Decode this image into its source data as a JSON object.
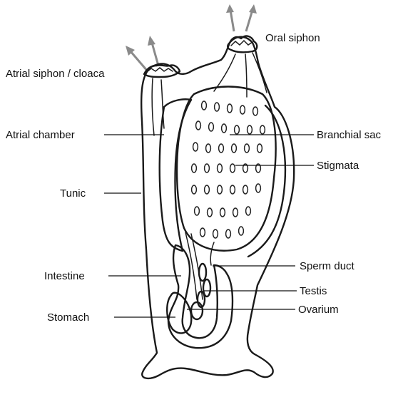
{
  "labels": {
    "oral_siphon": "Oral siphon",
    "atrial_siphon": "Atrial siphon / cloaca",
    "atrial_chamber": "Atrial chamber",
    "branchial_sac": "Branchial sac",
    "stigmata": "Stigmata",
    "tunic": "Tunic",
    "intestine": "Intestine",
    "sperm_duct": "Sperm duct",
    "testis": "Testis",
    "stomach": "Stomach",
    "ovarium": "Ovarium"
  },
  "colors": {
    "outline": "#1a1a1a",
    "flow_arrows": "#8a8a8a",
    "background": "#ffffff"
  }
}
